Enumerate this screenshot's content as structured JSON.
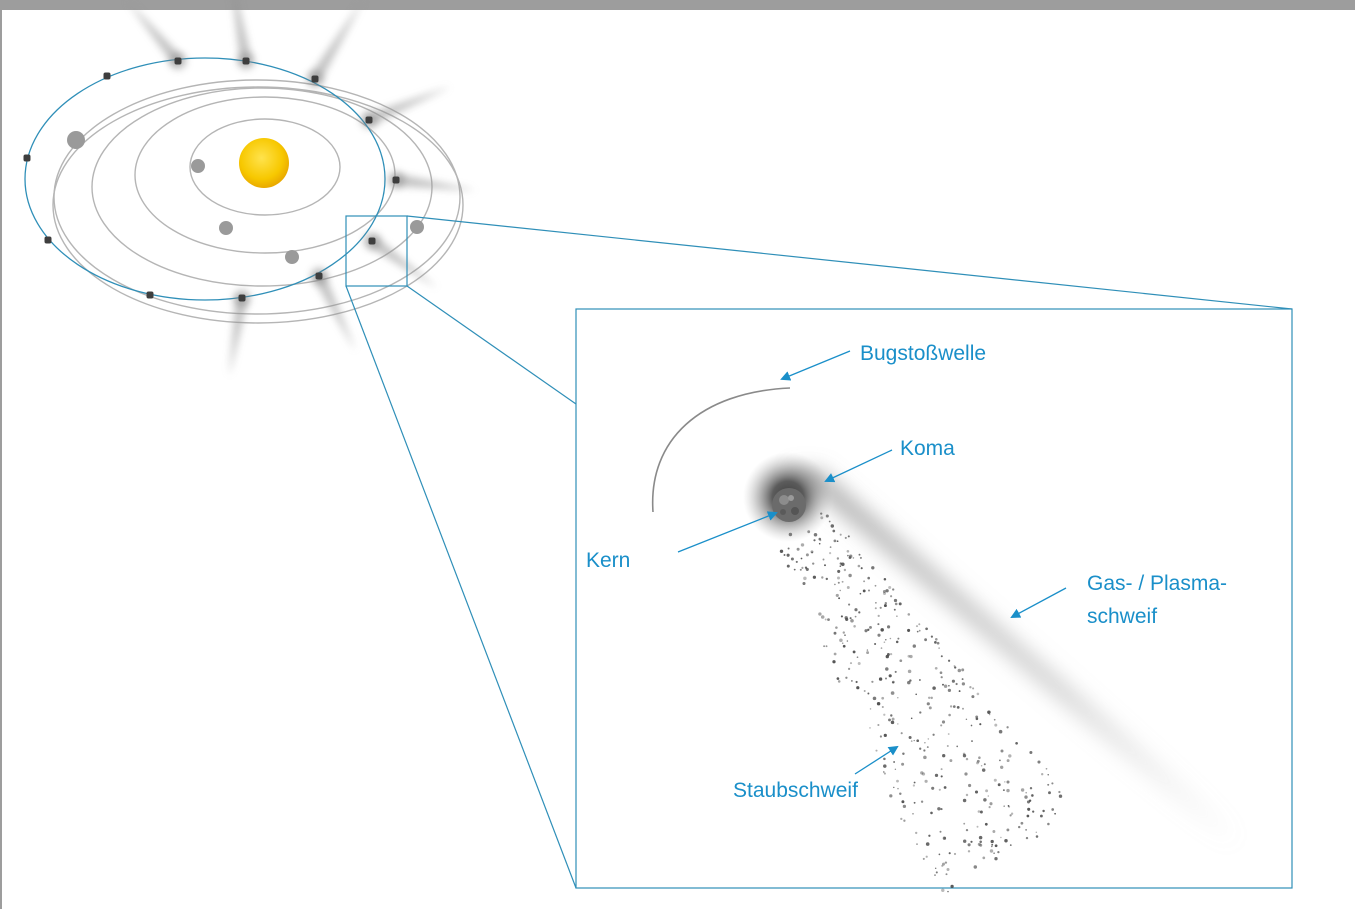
{
  "diagram": {
    "labels": {
      "bow_shock": "Bugstoßwelle",
      "coma": "Koma",
      "nucleus": "Kern",
      "gas_tail_line1": "Gas- / Plasma-",
      "gas_tail_line2": "schweif",
      "dust_tail": "Staubschweif"
    },
    "colors": {
      "accent": "#1a8fc9",
      "sun": "#f5c400",
      "planet": "#9a9a9a",
      "orbit": "#b5b5b5",
      "comet_orbit": "#2f8fb8",
      "frame": "#9d9d9d"
    },
    "icons": [
      "sun-icon",
      "planet-icon",
      "comet-icon",
      "comet-nucleus-icon"
    ]
  }
}
